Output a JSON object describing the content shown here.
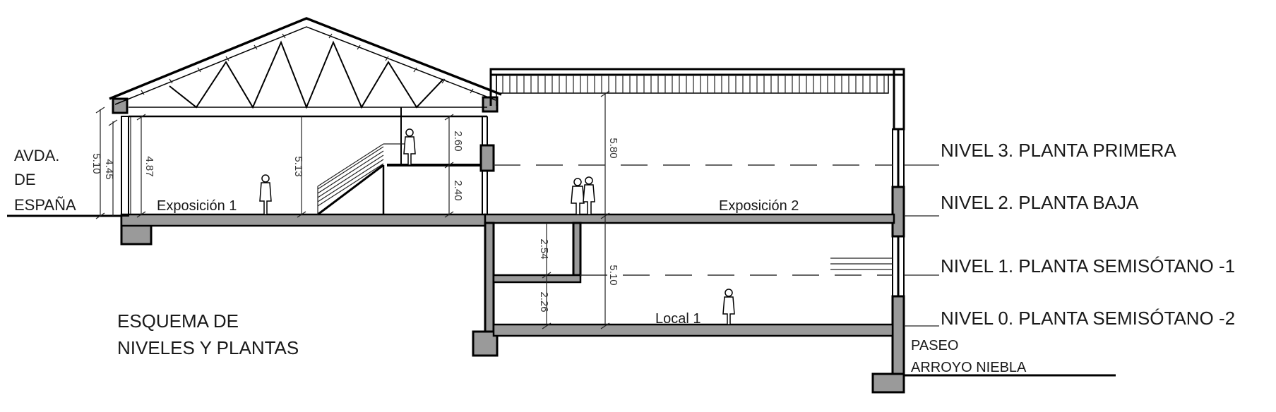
{
  "title_lines": [
    "ESQUEMA DE",
    "NIVELES Y PLANTAS"
  ],
  "street_left": [
    "AVDA.",
    "DE",
    "ESPAÑA"
  ],
  "street_right": [
    "PASEO",
    "ARROYO NIEBLA"
  ],
  "levels": [
    {
      "label": "NIVEL 3. PLANTA PRIMERA"
    },
    {
      "label": "NIVEL 2. PLANTA BAJA"
    },
    {
      "label": "NIVEL 1. PLANTA SEMISÓTANO -1"
    },
    {
      "label": "NIVEL 0. PLANTA SEMISÓTANO -2"
    }
  ],
  "rooms": {
    "exposicion1": "Exposición 1",
    "exposicion2": "Exposición 2",
    "local1": "Local 1"
  },
  "dimensions": {
    "d510_left": "5.10",
    "d445": "4.45",
    "d487": "4.87",
    "d513": "5.13",
    "d260": "2.60",
    "d240": "2.40",
    "d580": "5.80",
    "d254": "2.54",
    "d226": "2.26",
    "d510_right": "5.10"
  },
  "colors": {
    "line": "#000000",
    "fill": "#9a9a9a",
    "background": "#ffffff"
  }
}
